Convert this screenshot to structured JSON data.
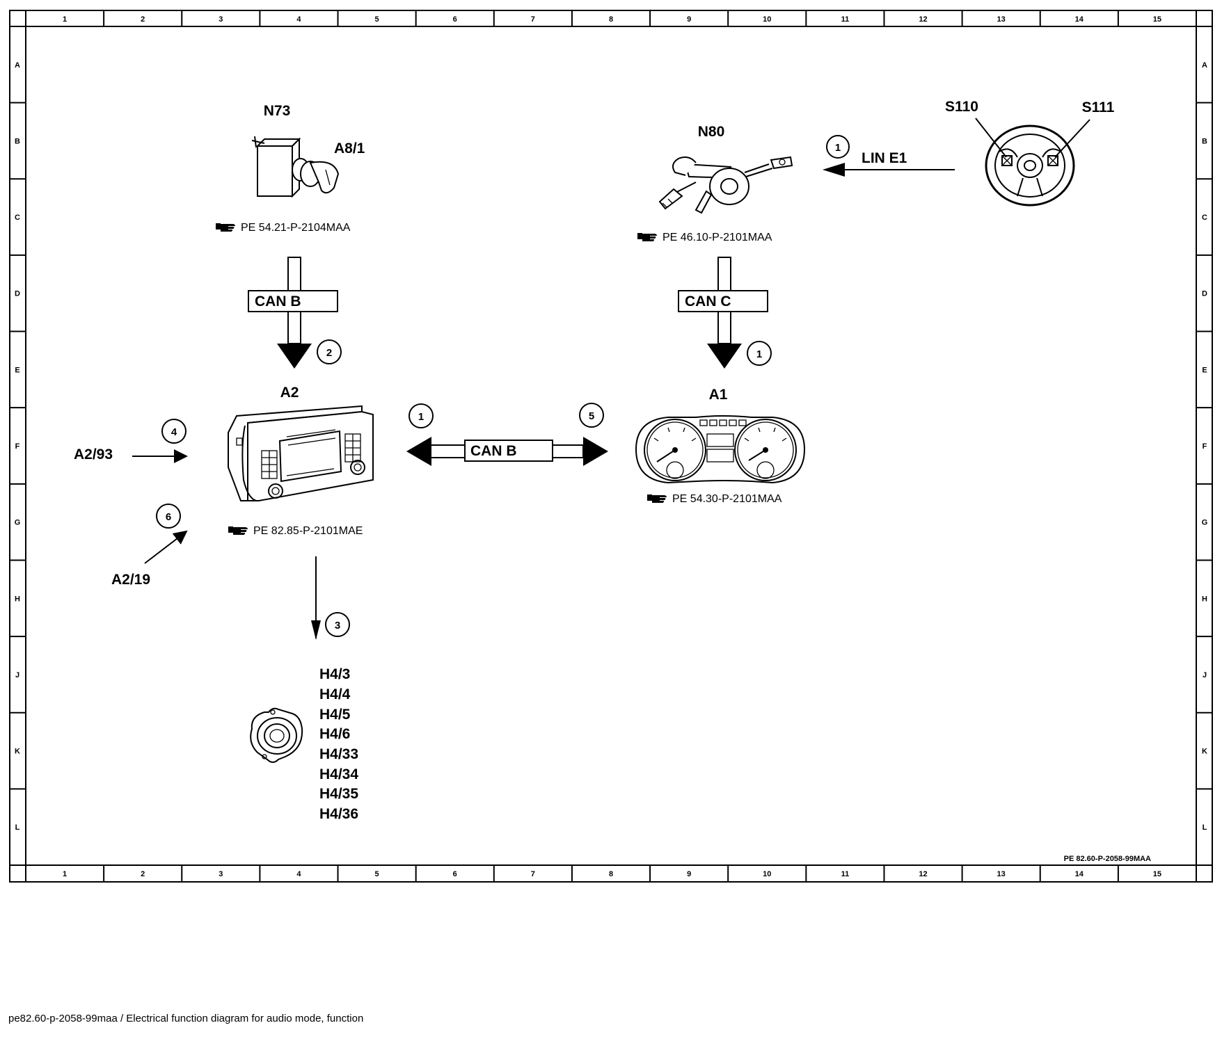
{
  "frame": {
    "columns": [
      "1",
      "2",
      "3",
      "4",
      "5",
      "6",
      "7",
      "8",
      "9",
      "10",
      "11",
      "12",
      "13",
      "14",
      "15"
    ],
    "rows": [
      "A",
      "B",
      "C",
      "D",
      "E",
      "F",
      "G",
      "H",
      "J",
      "K",
      "L"
    ]
  },
  "components": {
    "n73": {
      "label": "N73",
      "sublabel": "A8/1",
      "ref": "PE 54.21-P-2104MAA"
    },
    "n80": {
      "label": "N80",
      "ref": "PE 46.10-P-2101MAA"
    },
    "steering": {
      "label_left": "S110",
      "label_right": "S111"
    },
    "a2": {
      "label": "A2",
      "ref": "PE 82.85-P-2101MAE"
    },
    "a1": {
      "label": "A1",
      "ref": "PE 54.30-P-2101MAA"
    },
    "a2_93": {
      "label": "A2/93"
    },
    "a2_19": {
      "label": "A2/19"
    },
    "speakers": {
      "labels": [
        "H4/3",
        "H4/4",
        "H4/5",
        "H4/6",
        "H4/33",
        "H4/34",
        "H4/35",
        "H4/36"
      ]
    }
  },
  "connections": {
    "lin": {
      "label": "LIN E1",
      "num": "1"
    },
    "can_b_vertical": {
      "label": "CAN B",
      "num": "2"
    },
    "can_c_vertical": {
      "label": "CAN C",
      "num": "1"
    },
    "can_b_horizontal": {
      "label": "CAN B",
      "num_left": "1",
      "num_right": "5"
    },
    "a2_93_arrow": {
      "num": "4"
    },
    "a2_19_arrow": {
      "num": "6"
    },
    "speaker_arrow": {
      "num": "3"
    }
  },
  "page_ref": "PE 82.60-P-2058-99MAA",
  "caption": "pe82.60-p-2058-99maa / Electrical function diagram for audio mode, function"
}
